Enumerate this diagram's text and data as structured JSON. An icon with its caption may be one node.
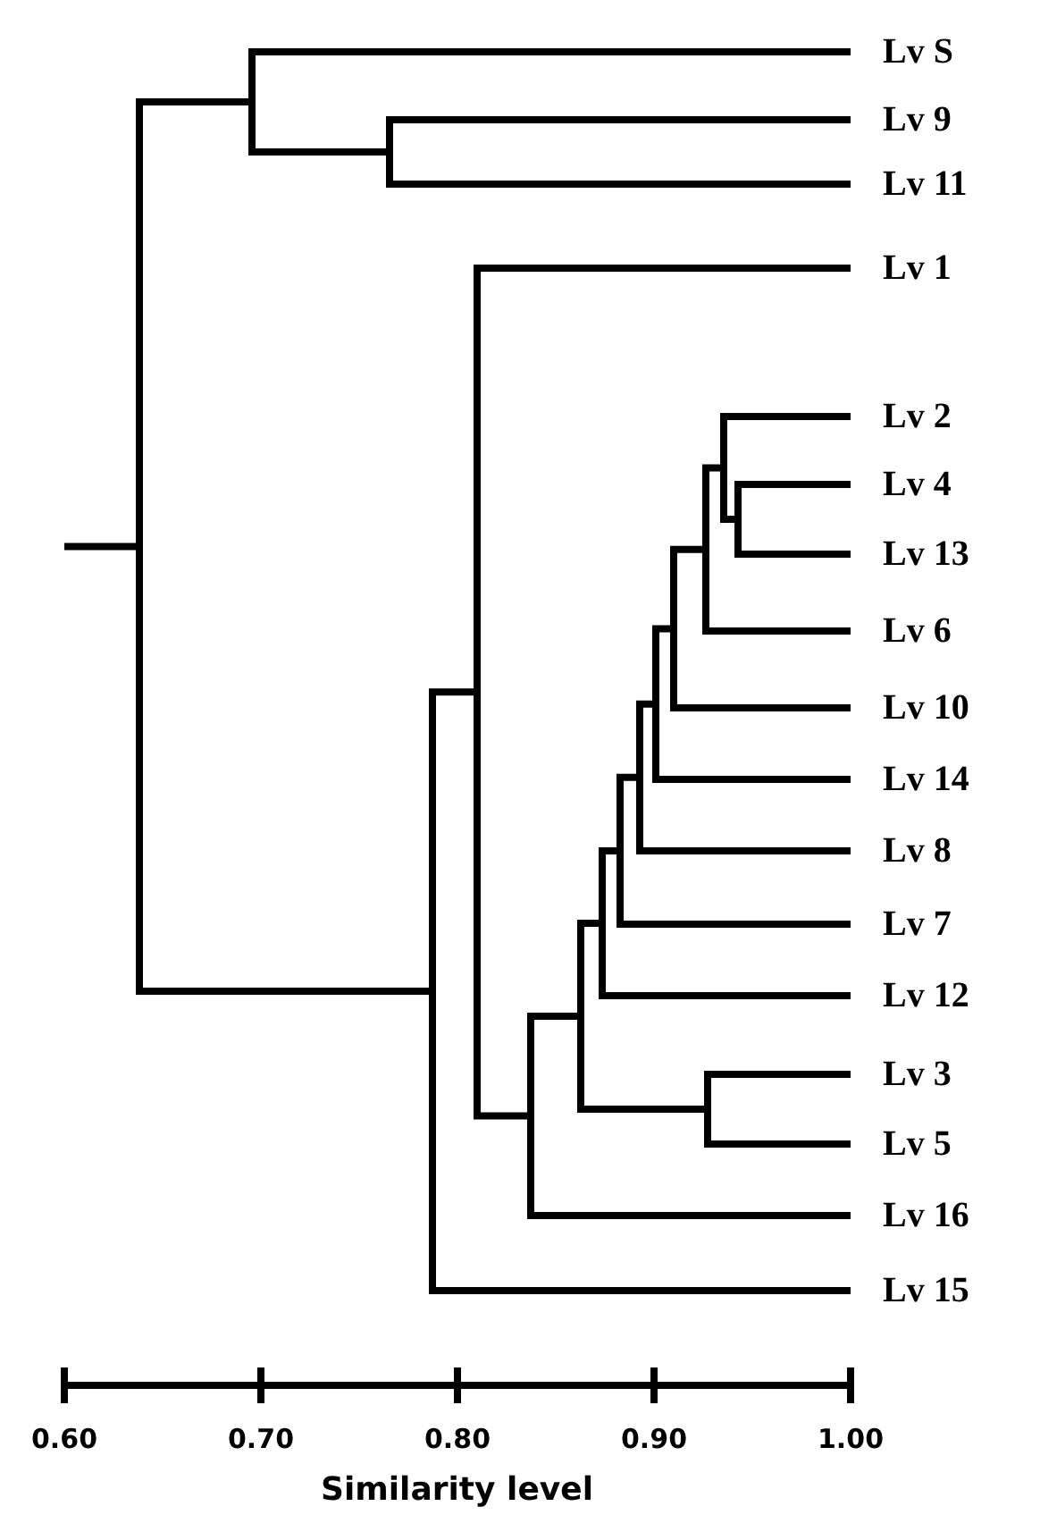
{
  "diagram": {
    "labels": [
      "Lv S",
      "Lv 9",
      "Lv 11",
      "Lv 1",
      "Lv 2",
      "Lv 4",
      "Lv 13",
      "Lv 6",
      "Lv 10",
      "Lv 14",
      "Lv 8",
      "Lv 7",
      "Lv 12",
      "Lv 3",
      "Lv 5",
      "Lv 16",
      "Lv 15",
      "0.60",
      "0.70",
      "0.80",
      "0.90",
      "1.00",
      "Similarity level"
    ]
  }
}
